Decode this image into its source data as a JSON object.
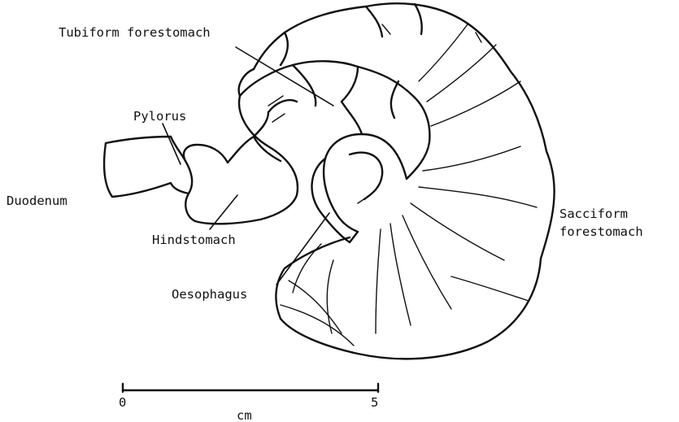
{
  "labels": {
    "tubiform": "Tubiform forestomach",
    "pylorus": "Pylorus",
    "duodenum": "Duodenum",
    "hindstomach": "Hindstomach",
    "oesophagus": "Oesophagus",
    "sacciform_line1": "Sacciform",
    "sacciform_line2": "forestomach"
  },
  "scale_bar": {
    "start": "0",
    "end": "5",
    "unit": "cm"
  }
}
